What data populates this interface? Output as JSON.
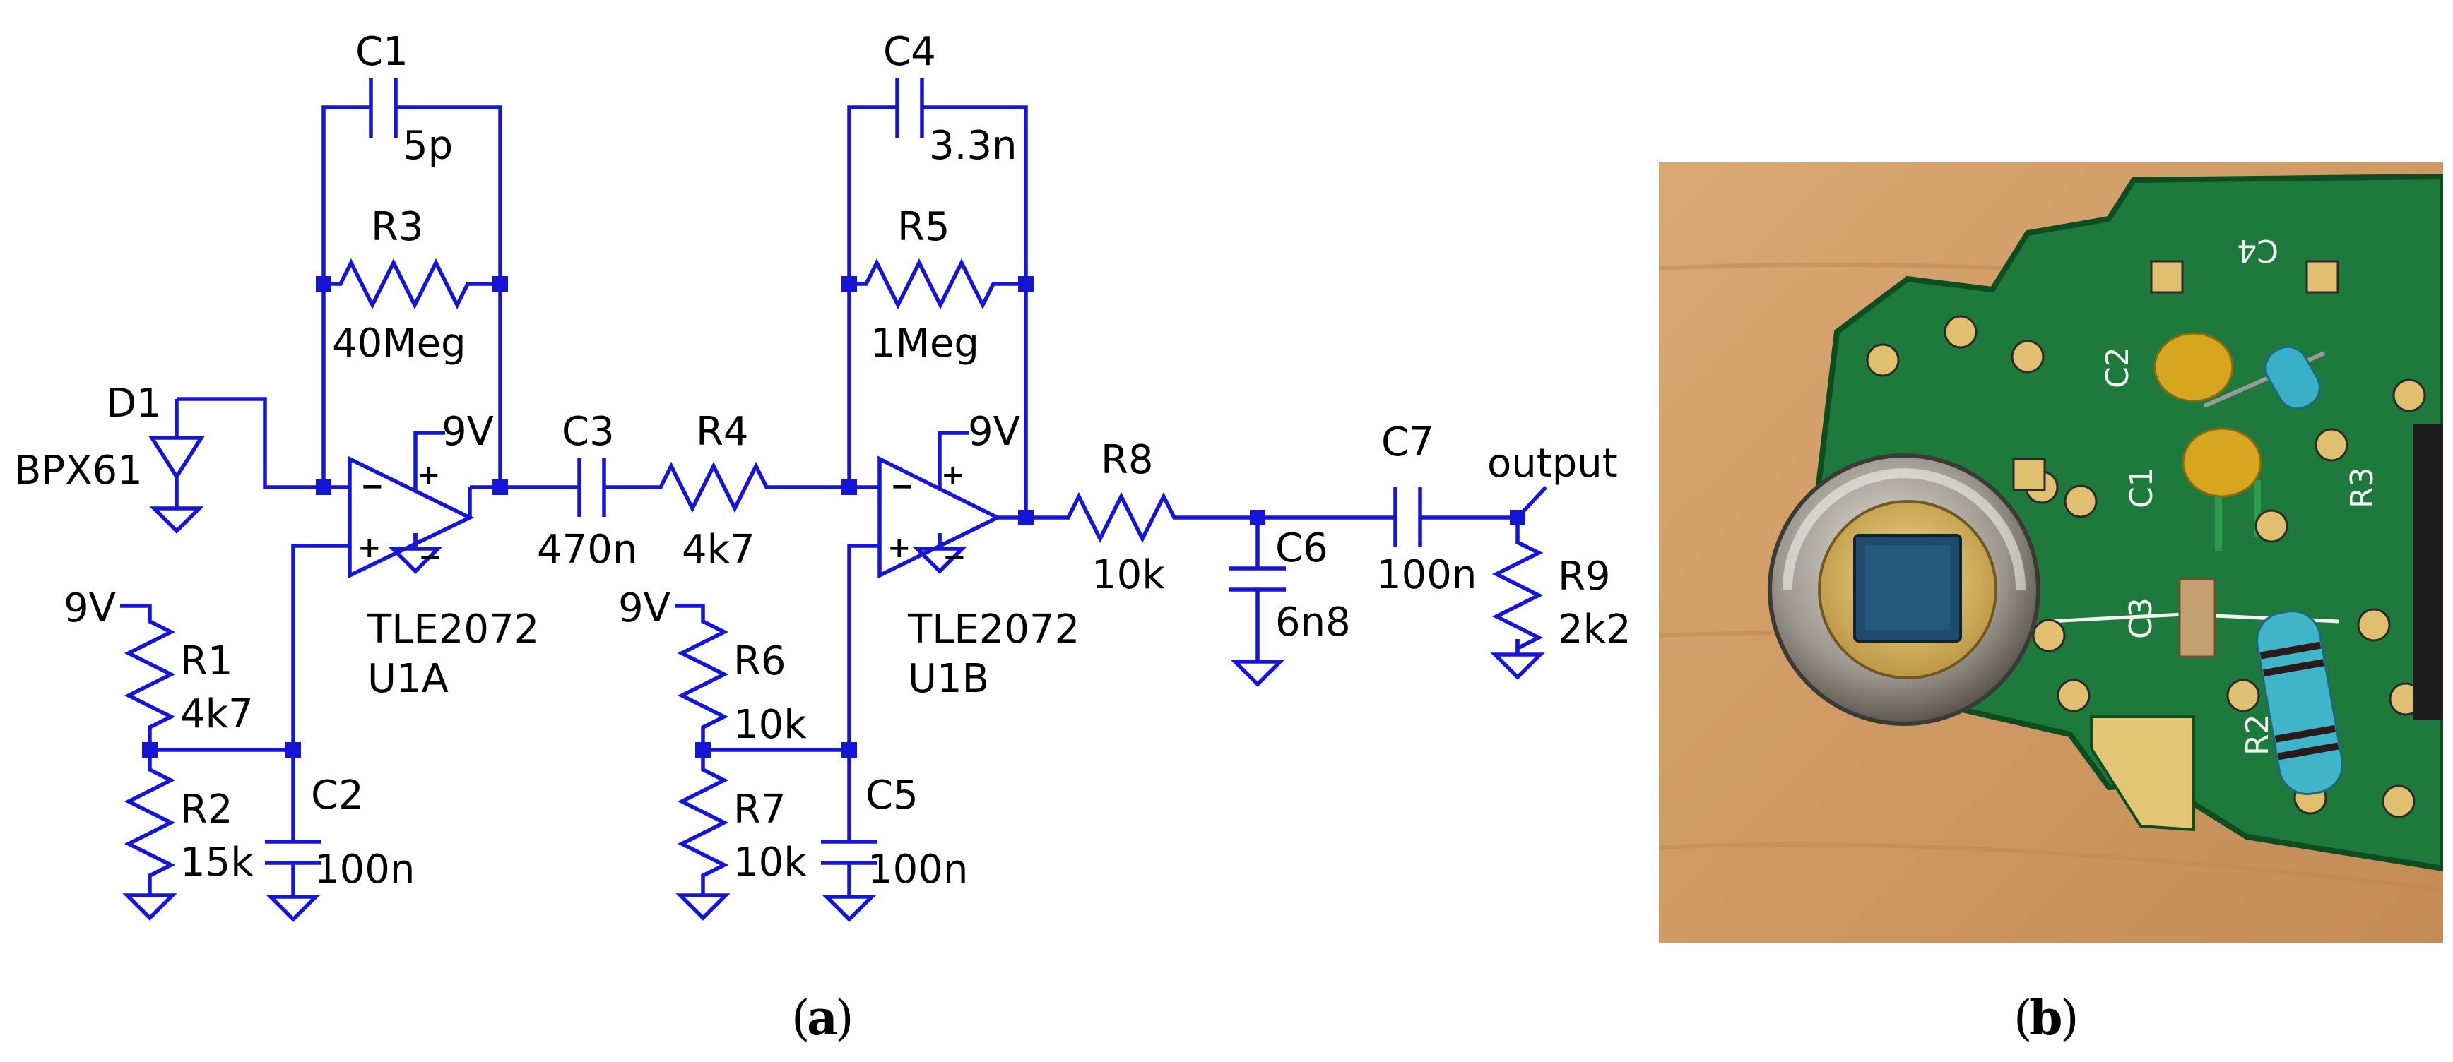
{
  "panels": {
    "a": "a",
    "b": "b"
  },
  "components": {
    "C1": {
      "ref": "C1",
      "value": "5p"
    },
    "R3": {
      "ref": "R3",
      "value": "40Meg"
    },
    "D1": {
      "ref": "D1",
      "value": "BPX61"
    },
    "U1A": {
      "ref": "U1A",
      "value": "TLE2072",
      "supply": "9V"
    },
    "R1": {
      "ref": "R1",
      "value": "4k7",
      "supply": "9V"
    },
    "R2": {
      "ref": "R2",
      "value": "15k"
    },
    "C2": {
      "ref": "C2",
      "value": "100n"
    },
    "C3": {
      "ref": "C3",
      "value": "470n"
    },
    "R4": {
      "ref": "R4",
      "value": "4k7"
    },
    "C4": {
      "ref": "C4",
      "value": "3.3n"
    },
    "R5": {
      "ref": "R5",
      "value": "1Meg"
    },
    "U1B": {
      "ref": "U1B",
      "value": "TLE2072",
      "supply": "9V"
    },
    "R6": {
      "ref": "R6",
      "value": "10k",
      "supply": "9V"
    },
    "R7": {
      "ref": "R7",
      "value": "10k"
    },
    "C5": {
      "ref": "C5",
      "value": "100n"
    },
    "R8": {
      "ref": "R8",
      "value": "10k"
    },
    "C6": {
      "ref": "C6",
      "value": "6n8"
    },
    "C7": {
      "ref": "C7",
      "value": "100n"
    },
    "R9": {
      "ref": "R9",
      "value": "2k2"
    }
  },
  "net_labels": {
    "output": "output"
  },
  "opamp_pins": {
    "minus": "−",
    "plus": "+"
  },
  "pcb_silkscreen": [
    "C4",
    "C2",
    "C1",
    "R3",
    "C3",
    "R2"
  ]
}
